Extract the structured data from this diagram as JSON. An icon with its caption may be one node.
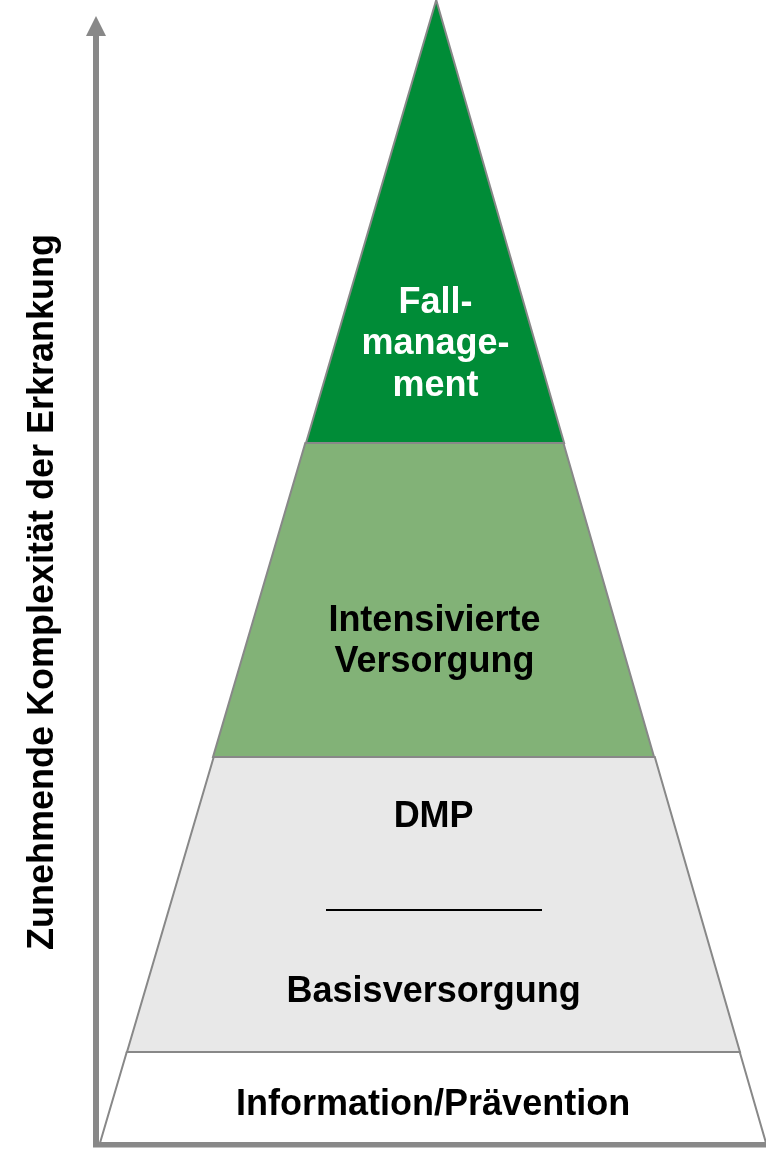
{
  "diagram": {
    "nodes": [
      {
        "text": [
          "Fall- manage- ment"
        ]
      },
      {
        "text": [
          "Intensivierte Versorgung"
        ]
      },
      {
        "text": [
          "DMP",
          "Basisversorgung"
        ]
      },
      {
        "text": [
          "Information/Prävention"
        ]
      }
    ],
    "labels": [
      "Zunehmende Komplexität der Erkrankung"
    ]
  }
}
